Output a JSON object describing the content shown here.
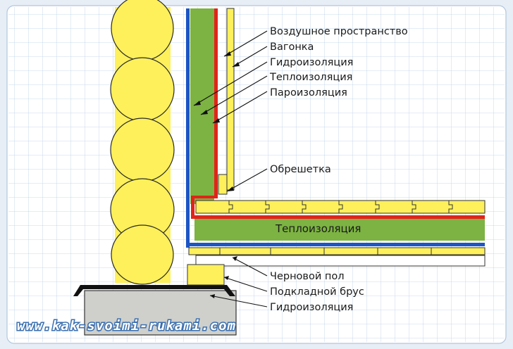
{
  "labels": {
    "air_gap": "Воздушное пространство",
    "lining": "Вагонка",
    "waterproofing_top": "Гидроизоляция",
    "insulation_top": "Теплоизоляция",
    "vapor_barrier": "Пароизоляция",
    "battens": "Обрешетка",
    "insulation_floor": "Теплоизоляция",
    "subfloor": "Черновой пол",
    "joist": "Подкладной брус",
    "waterproofing_bottom": "Гидроизоляция"
  },
  "watermark": "www.kak-svoimi-rukami.com",
  "colors": {
    "log_yellow": "#fdf05a",
    "insulation_green": "#7cb342",
    "waterproof_blue": "#1c55c4",
    "vapor_red": "#e2231a",
    "foundation_gray": "#cfd0cc",
    "background": "#e7eef6"
  }
}
